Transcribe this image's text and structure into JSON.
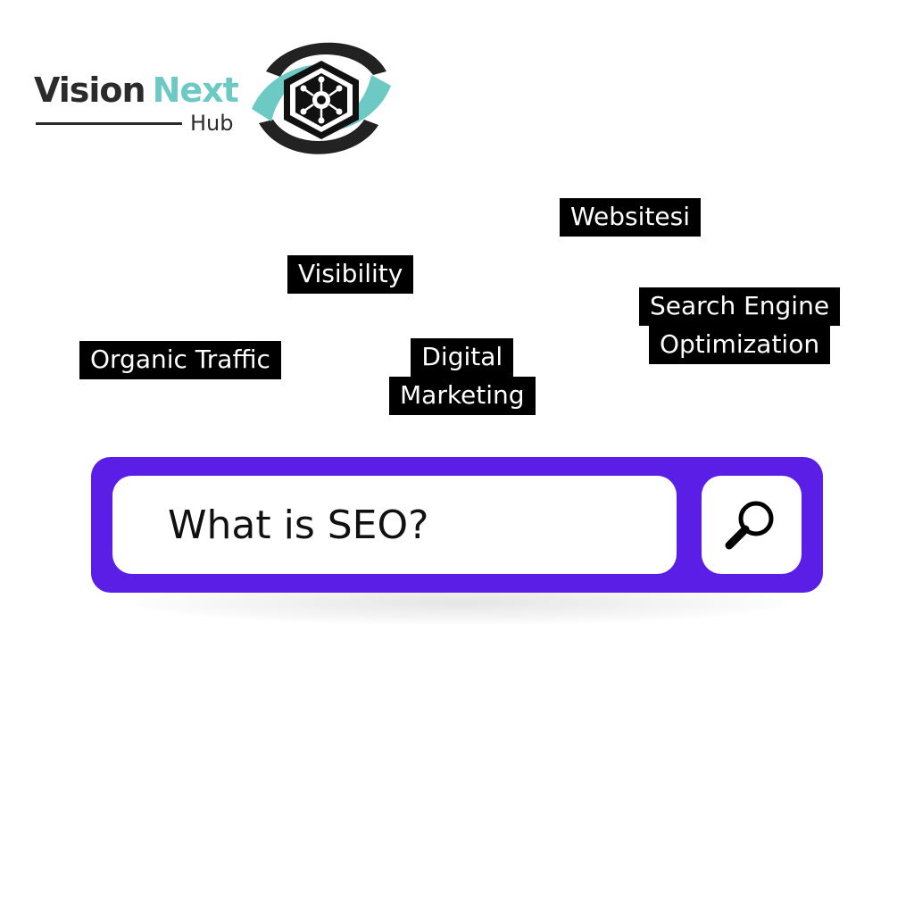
{
  "logo": {
    "word_primary": "Vision",
    "word_accent": "Next",
    "word_sub": "Hub",
    "icon": "eye-hexagon-network-icon",
    "colors": {
      "dark": "#2b2b2b",
      "accent": "#6cc9c3"
    }
  },
  "tags": {
    "websitesi": [
      "Websitesi"
    ],
    "visibility": [
      "Visibility"
    ],
    "organic_traffic": [
      "Organic Traffic"
    ],
    "digital_marketing": [
      "Digital",
      "Marketing"
    ],
    "search_engine_optimization": [
      "Search Engine",
      "Optimization"
    ]
  },
  "search": {
    "query": "What is SEO?",
    "button_icon": "magnifying-glass-icon",
    "colors": {
      "frame": "#5b1ee6",
      "field": "#ffffff",
      "tag_background": "#000000",
      "tag_text": "#ffffff"
    }
  }
}
